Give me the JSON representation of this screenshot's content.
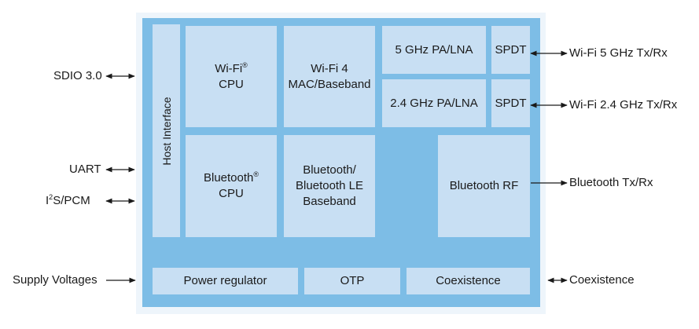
{
  "blocks": {
    "host_interface": "Host Interface",
    "wifi_cpu": {
      "line1": "Wi-Fi",
      "reg": "®",
      "line2": "CPU"
    },
    "wifi4_mac": {
      "line1": "Wi-Fi 4",
      "line2": "MAC/Baseband"
    },
    "pa_5ghz": "5 GHz PA/LNA",
    "spdt_5ghz": "SPDT",
    "pa_24ghz": "2.4 GHz PA/LNA",
    "spdt_24ghz": "SPDT",
    "bt_cpu": {
      "line1": "Bluetooth",
      "reg": "®",
      "line2": "CPU"
    },
    "bt_baseband": {
      "line1": "Bluetooth/",
      "line2": "Bluetooth LE",
      "line3": "Baseband"
    },
    "bt_rf": "Bluetooth RF",
    "power_regulator": "Power regulator",
    "otp": "OTP",
    "coexistence": "Coexistence"
  },
  "external": {
    "sdio": "SDIO 3.0",
    "uart": "UART",
    "i2s_pcm": {
      "pre": "I",
      "sup": "2",
      "post": "S/PCM"
    },
    "supply": "Supply Voltages",
    "wifi_5ghz_txrx": "Wi-Fi 5 GHz Tx/Rx",
    "wifi_24ghz_txrx": "Wi-Fi 2.4 GHz Tx/Rx",
    "bt_txrx": "Bluetooth Tx/Rx",
    "coexistence": "Coexistence"
  },
  "colors": {
    "chip_background": "#7dbde6",
    "block_fill": "#c8dff3",
    "outer_border": "#eef5fb",
    "arrow": "#1a1a1a"
  }
}
